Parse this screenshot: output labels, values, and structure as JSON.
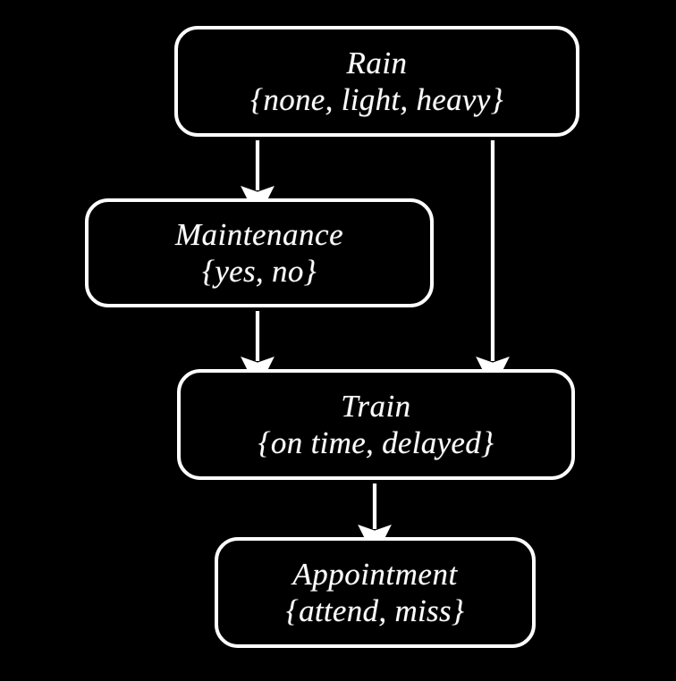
{
  "diagram": {
    "type": "bayesian-network",
    "background_color": "#000000",
    "node_border_color": "#ffffff",
    "text_color": "#fdfdfd",
    "edge_color": "#ffffff",
    "nodes": [
      {
        "id": "rain",
        "title": "Rain",
        "states": "{none, light, heavy}",
        "states_list": [
          "none",
          "light",
          "heavy"
        ]
      },
      {
        "id": "maintenance",
        "title": "Maintenance",
        "states": "{yes, no}",
        "states_list": [
          "yes",
          "no"
        ]
      },
      {
        "id": "train",
        "title": "Train",
        "states": "{on time, delayed}",
        "states_list": [
          "on time",
          "delayed"
        ]
      },
      {
        "id": "appointment",
        "title": "Appointment",
        "states": "{attend, miss}",
        "states_list": [
          "attend",
          "miss"
        ]
      }
    ],
    "edges": [
      {
        "id": "rain-to-maintenance",
        "from": "Rain",
        "to": "Maintenance"
      },
      {
        "id": "rain-to-train",
        "from": "Rain",
        "to": "Train"
      },
      {
        "id": "maintenance-to-train",
        "from": "Maintenance",
        "to": "Train"
      },
      {
        "id": "train-to-appointment",
        "from": "Train",
        "to": "Appointment"
      }
    ]
  }
}
